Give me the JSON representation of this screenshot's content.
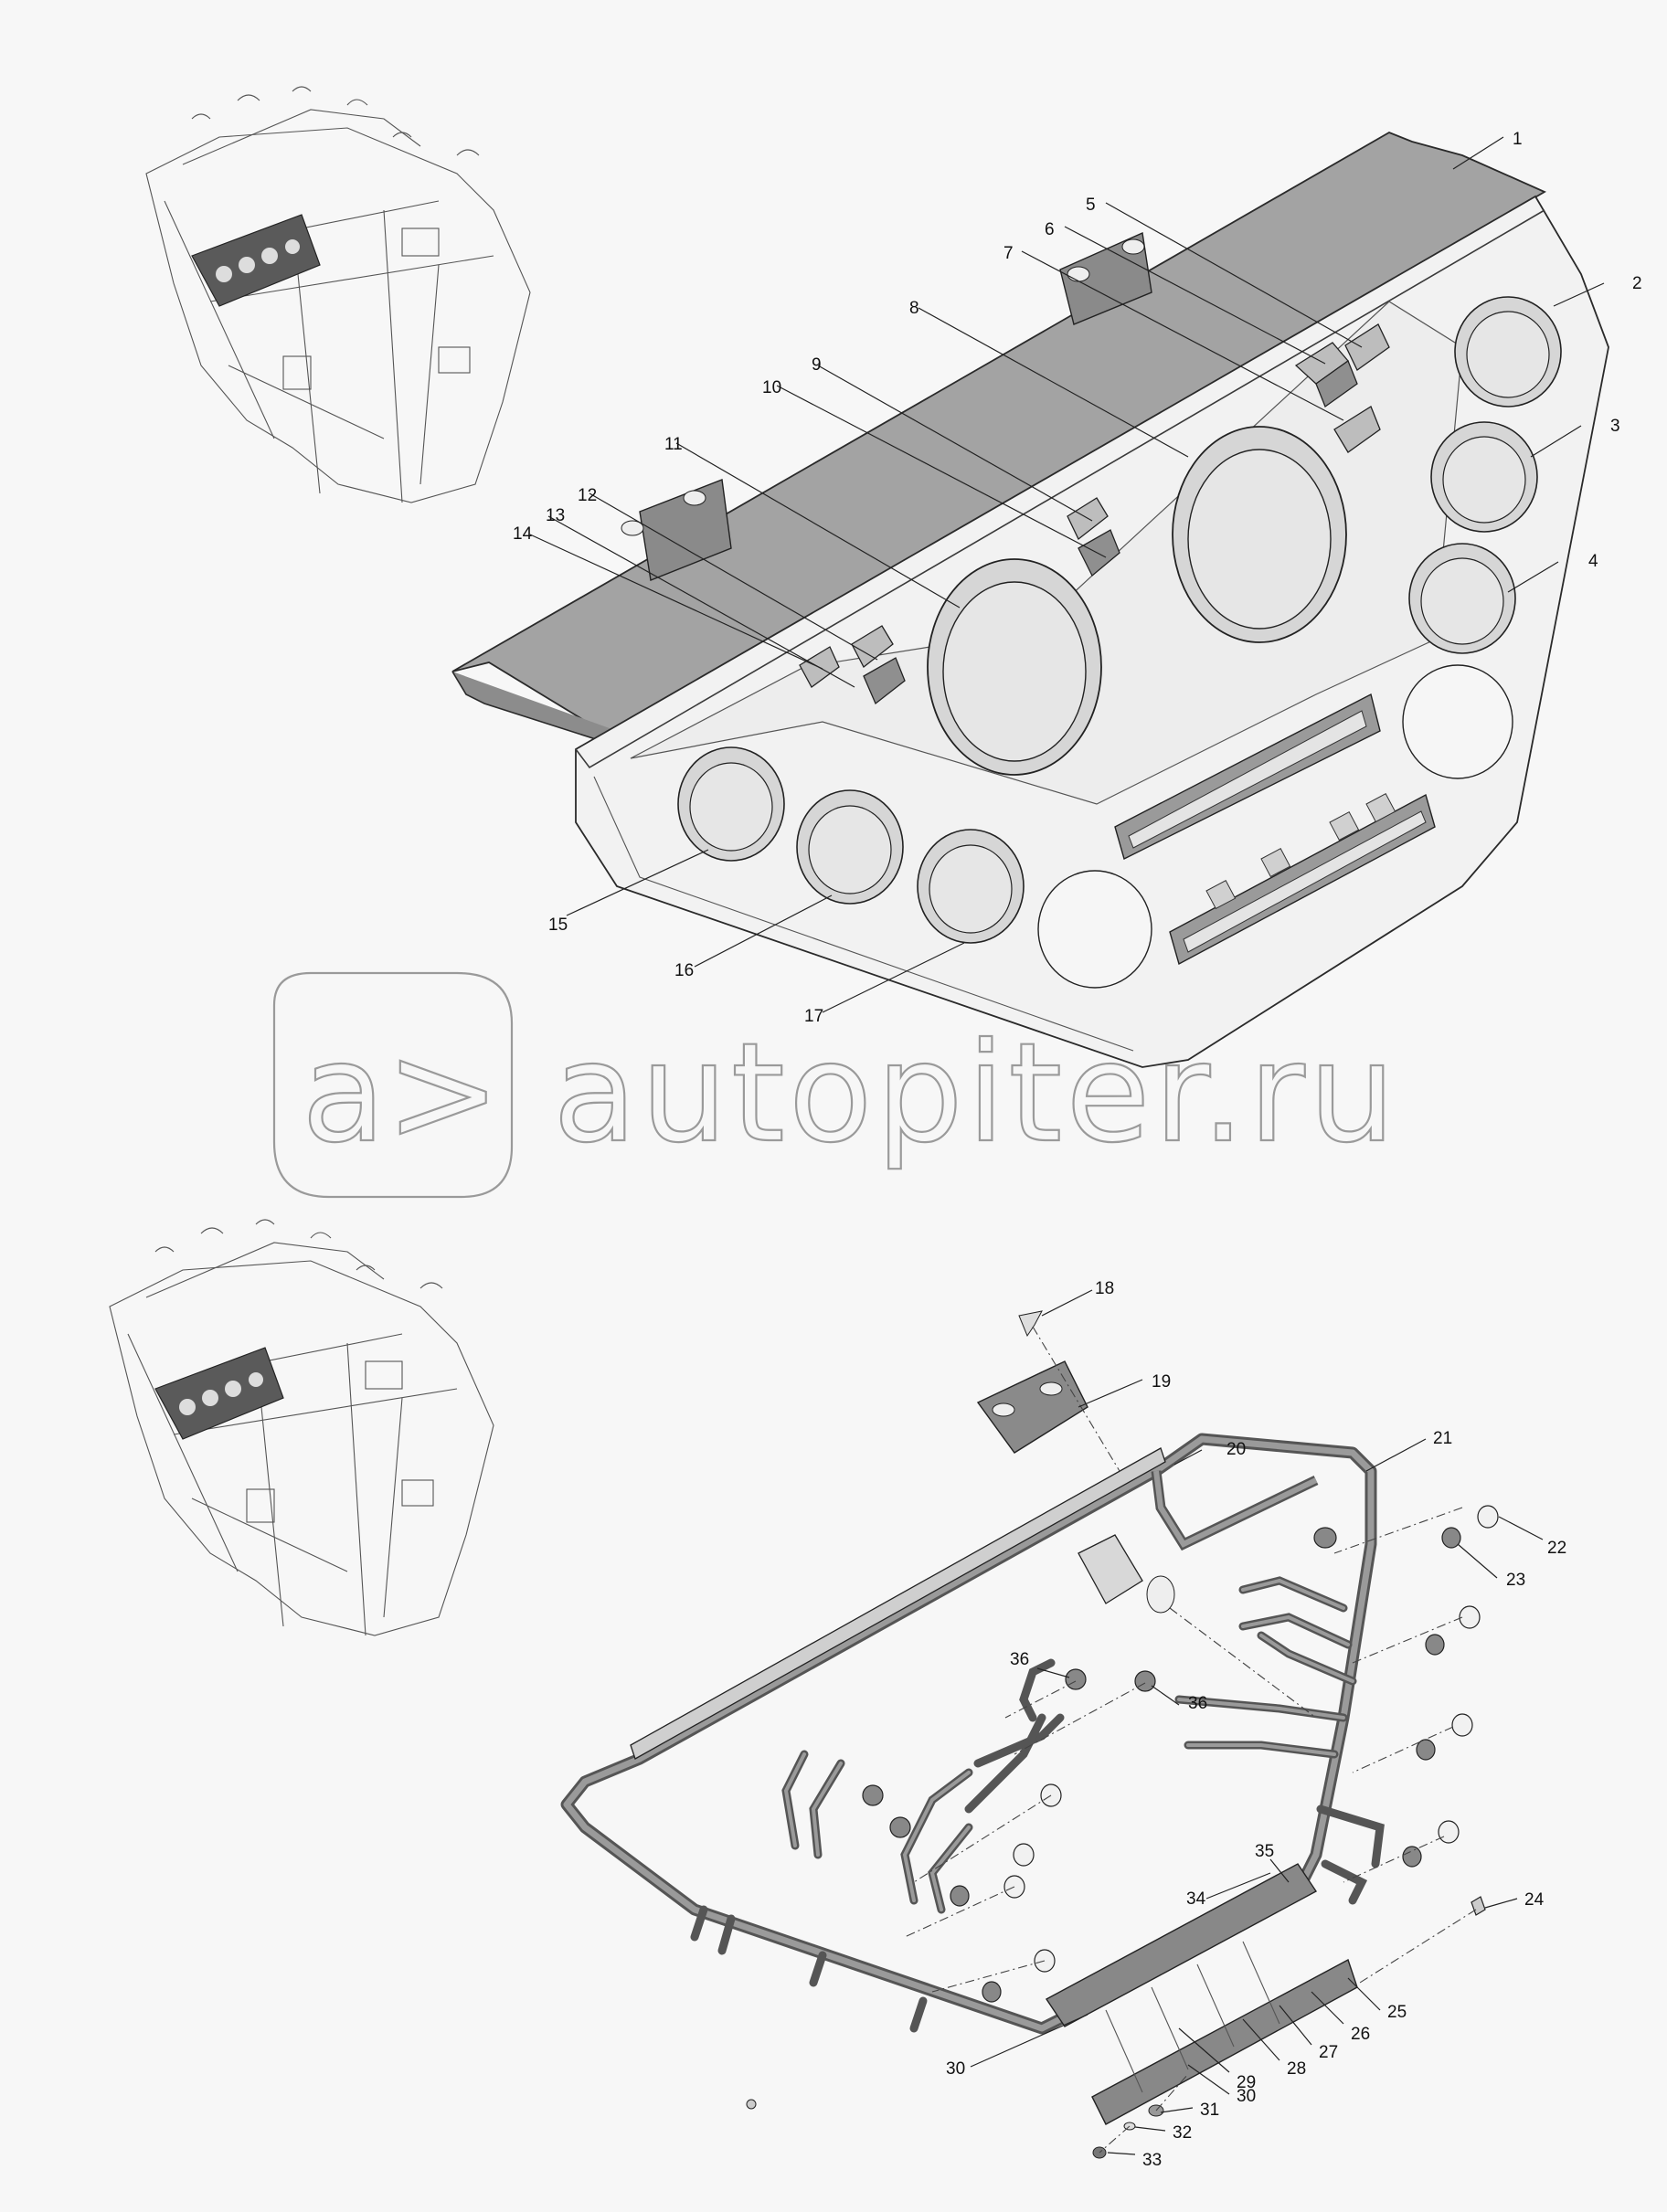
{
  "watermark": {
    "brand": "autopiter.ru",
    "logo_glyph": "a>"
  },
  "callouts": [
    "1",
    "2",
    "3",
    "4",
    "5",
    "6",
    "7",
    "8",
    "9",
    "10",
    "11",
    "12",
    "13",
    "14",
    "15",
    "16",
    "17",
    "18",
    "19",
    "20",
    "21",
    "22",
    "23",
    "24",
    "25",
    "26",
    "27",
    "28",
    "29",
    "30",
    "30",
    "31",
    "32",
    "33",
    "34",
    "35",
    "36",
    "36"
  ],
  "icons": {
    "locator_top": "vehicle-wiring-locator-icon",
    "locator_bottom": "vehicle-wiring-locator-icon",
    "panel": "instrument-panel-drawing",
    "harness": "wiring-harness-drawing"
  },
  "colors": {
    "line": "#3a3a3a",
    "panel_face": "#f2f2f2",
    "panel_top": "#9e9e9e",
    "gauge_face": "#e6e6e6",
    "harness": "#6f6f6f",
    "watermark": "#9a9a9a"
  }
}
